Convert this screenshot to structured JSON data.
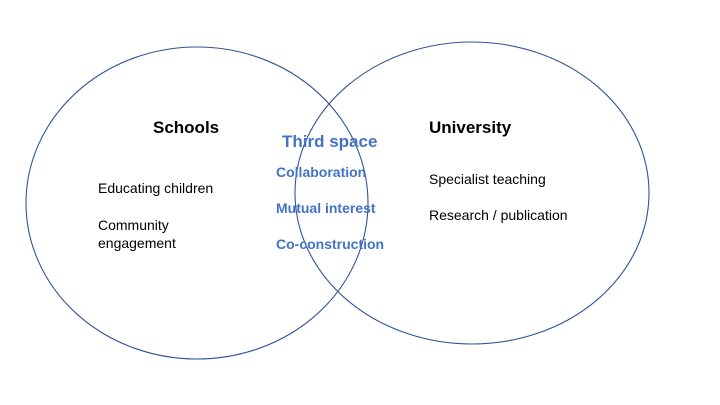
{
  "diagram": {
    "type": "venn",
    "stroke_color": "#2f5597",
    "overlap_text_color": "#4472c4",
    "left_set": {
      "title": "Schools",
      "items": [
        "Educating children",
        "Community\nengagement"
      ]
    },
    "right_set": {
      "title": "University",
      "items": [
        "Specialist teaching",
        "Research / publication"
      ]
    },
    "overlap": {
      "title": "Third space",
      "items": [
        "Collaboration",
        "Mutual interest",
        "Co-construction"
      ]
    }
  }
}
